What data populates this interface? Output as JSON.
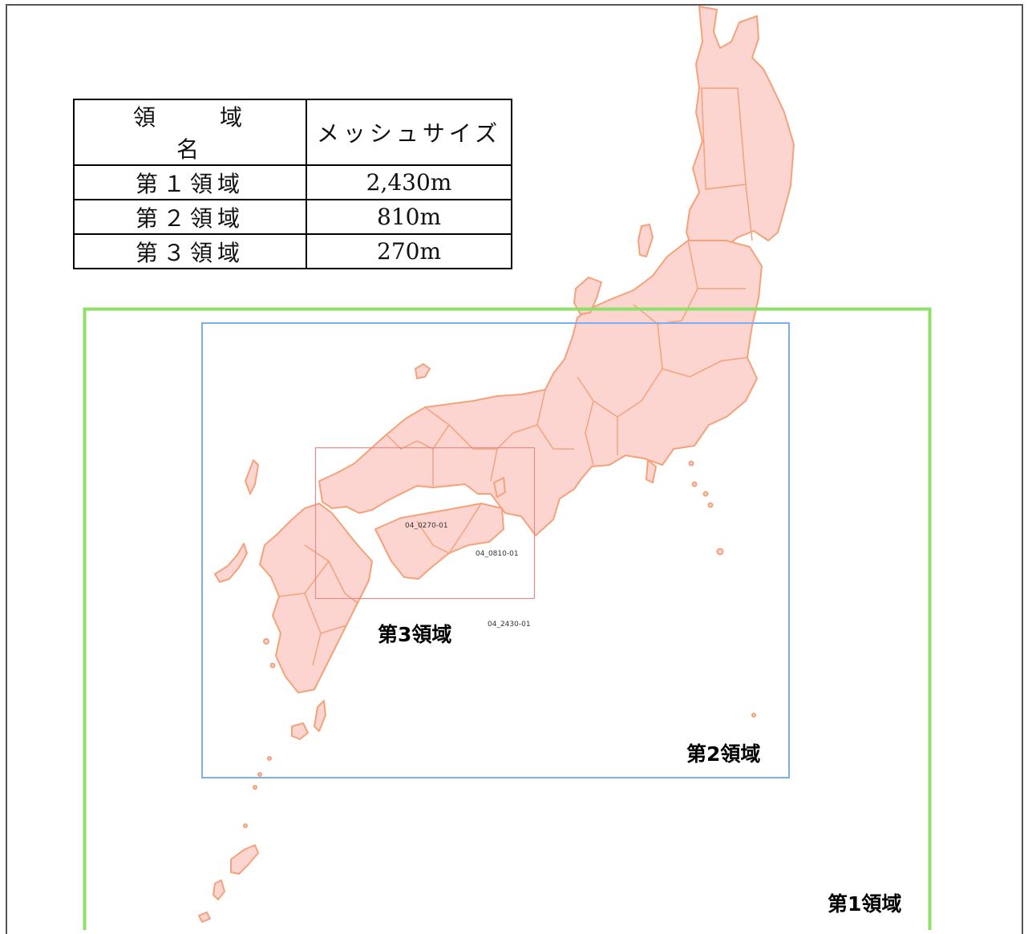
{
  "table": {
    "headers": [
      "領　域　名",
      "メッシュサイズ"
    ],
    "rows": [
      {
        "name": "第１領域",
        "size": "2,430m"
      },
      {
        "name": "第２領域",
        "size": "810m"
      },
      {
        "name": "第３領域",
        "size": "270m"
      }
    ]
  },
  "labels": {
    "region1": "第1領域",
    "region2": "第2領域",
    "region3": "第3領域",
    "code_2430": "04_2430-01",
    "code_0810": "04_0810-01",
    "code_0270": "04_0270-01"
  },
  "colors": {
    "land_fill": "#fcd5d0",
    "land_stroke": "#f4a27a",
    "region1_border": "#8ee06a",
    "region2_border": "#7aaef0",
    "region3_border": "#e58a8a"
  }
}
